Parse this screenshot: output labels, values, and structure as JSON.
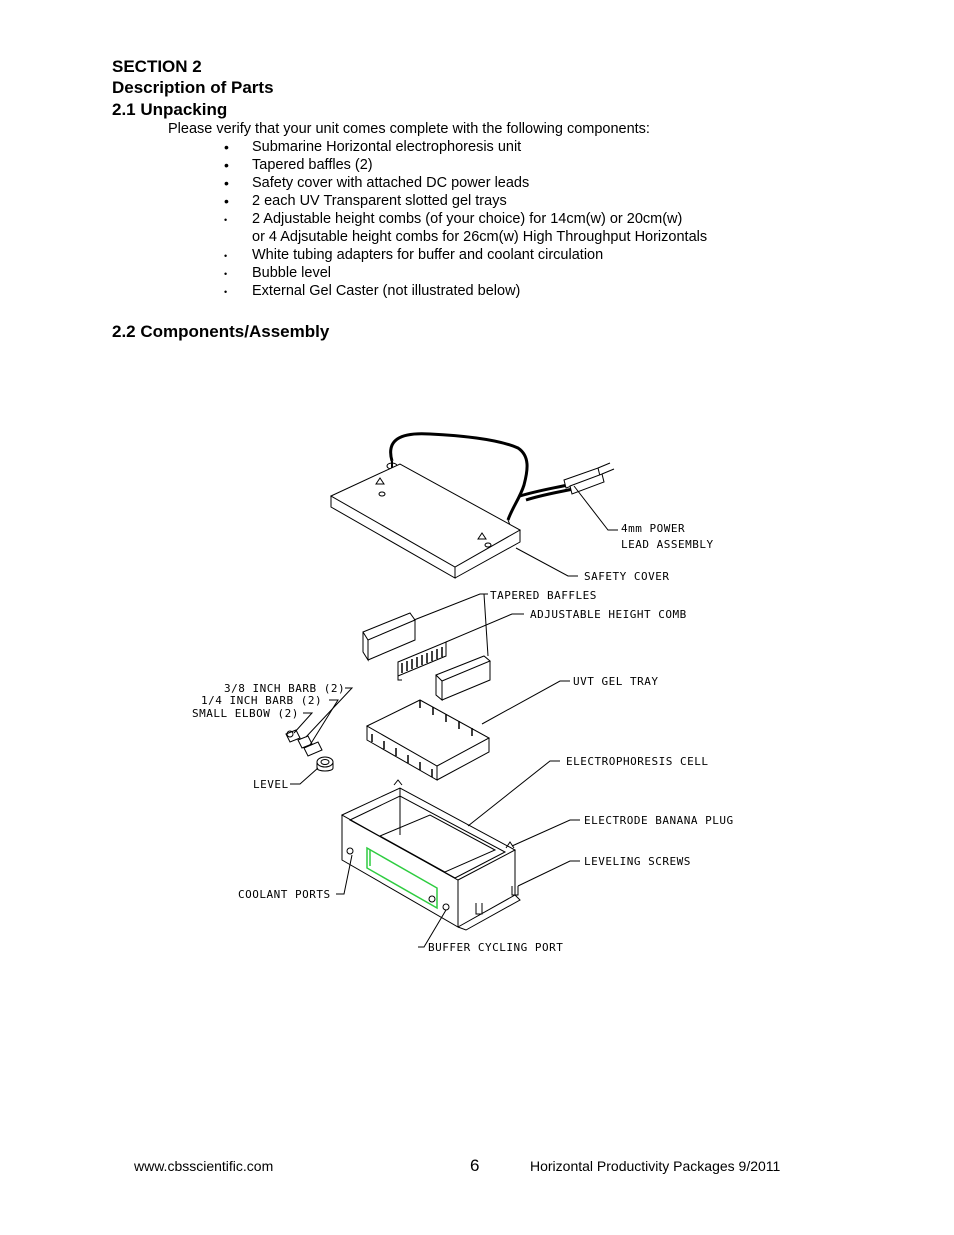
{
  "section": {
    "number": "SECTION 2",
    "title": "Description of Parts"
  },
  "unpacking": {
    "heading": "2.1 Unpacking",
    "intro": "Please verify that your unit comes complete with the following components:",
    "items": [
      {
        "text": "Submarine Horizontal electrophoresis unit"
      },
      {
        "text": "Tapered baffles (2)"
      },
      {
        "text": "Safety cover with attached DC power leads"
      },
      {
        "text": "2 each UV Transparent slotted gel trays"
      },
      {
        "text": "2 Adjustable height combs (of your choice) for 14cm(w) or 20cm(w)",
        "text2": "or 4 Adjsutable height combs for 26cm(w) High Throughput Horizontals"
      },
      {
        "text": "White tubing adapters for buffer and coolant circulation"
      },
      {
        "text": "Bubble level"
      },
      {
        "text": "External Gel Caster (not illustrated below)"
      }
    ]
  },
  "components": {
    "heading": "2.2 Components/Assembly",
    "labels": {
      "power_lead_1": "4mm POWER",
      "power_lead_2": "LEAD ASSEMBLY",
      "safety_cover": "SAFETY COVER",
      "tapered_baffles": "TAPERED BAFFLES",
      "adjustable_comb": "ADJUSTABLE HEIGHT COMB",
      "barb_38": "3/8 INCH BARB (2)",
      "barb_14": "1/4 INCH BARB (2)",
      "small_elbow": "SMALL ELBOW (2)",
      "uvt_tray": "UVT GEL TRAY",
      "level": "LEVEL",
      "cell": "ELECTROPHORESIS CELL",
      "banana_plug": "ELECTRODE BANANA PLUG",
      "leveling_screws": "LEVELING SCREWS",
      "coolant_ports": "COOLANT PORTS",
      "buffer_port": "BUFFER CYCLING PORT"
    }
  },
  "footer": {
    "website": "www.cbsscientific.com",
    "page_number": "6",
    "doc_title": "Horizontal Productivity Packages 9/2011"
  },
  "colors": {
    "text": "#000000",
    "highlight_green": "#2ecc40"
  }
}
